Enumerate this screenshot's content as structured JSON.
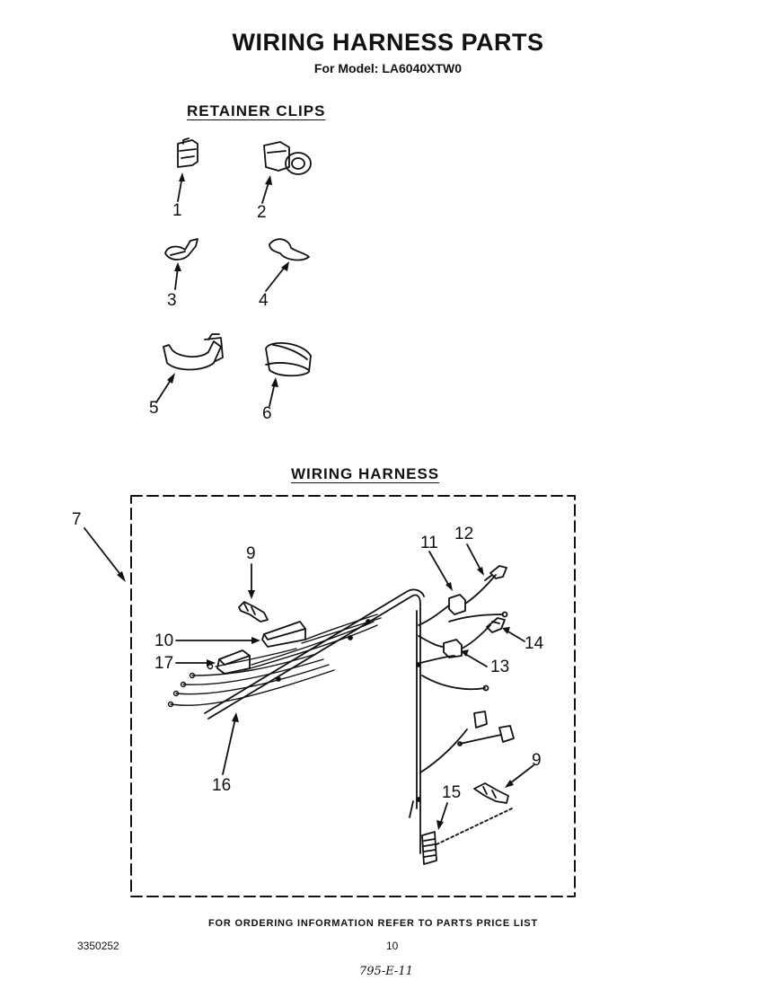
{
  "header": {
    "title": "WIRING HARNESS PARTS",
    "subtitle": "For Model: LA6040XTW0"
  },
  "sections": {
    "retainer_clips": "RETAINER CLIPS",
    "wiring_harness": "WIRING HARNESS"
  },
  "callouts": {
    "c1": "1",
    "c2": "2",
    "c3": "3",
    "c4": "4",
    "c5": "5",
    "c6": "6",
    "c7": "7",
    "c9a": "9",
    "c9b": "9",
    "c10": "10",
    "c11": "11",
    "c12": "12",
    "c13": "13",
    "c14": "14",
    "c15": "15",
    "c16": "16",
    "c17": "17"
  },
  "footer": {
    "ordering_info": "FOR ORDERING INFORMATION REFER TO PARTS PRICE LIST",
    "doc_number": "3350252",
    "page_number": "10",
    "handwritten_date": "795-E-11"
  }
}
